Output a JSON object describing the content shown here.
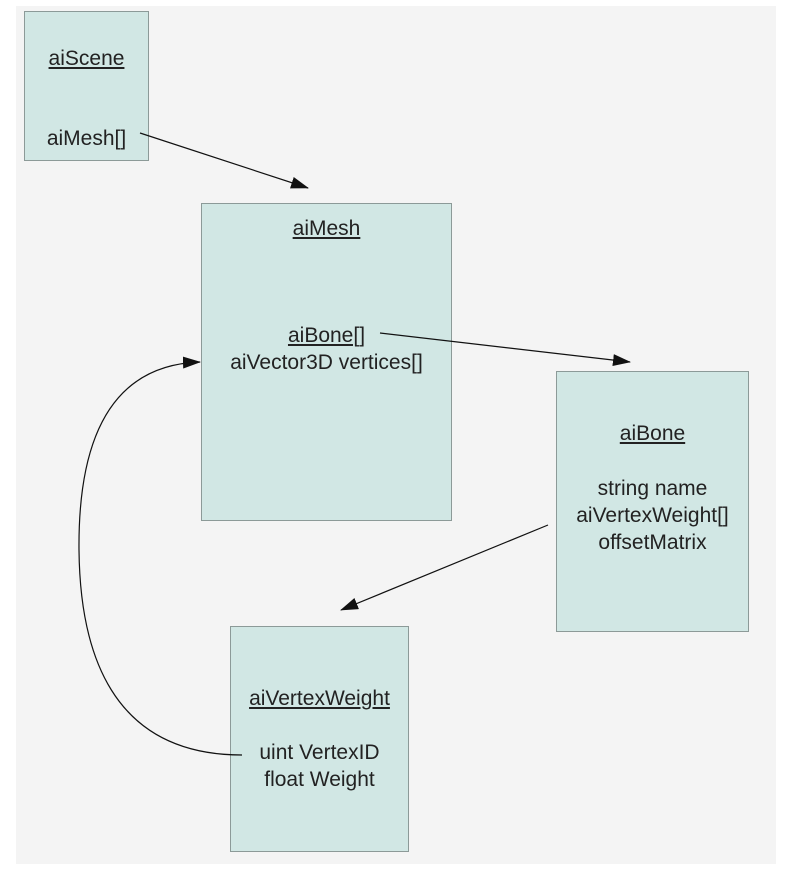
{
  "nodes": {
    "scene": {
      "title": "aiScene",
      "fields": [
        "aiMesh[]"
      ]
    },
    "mesh": {
      "title": "aiMesh",
      "fields": [
        "aiBone[]",
        "aiVector3D vertices[]"
      ]
    },
    "bone": {
      "title": "aiBone",
      "fields": [
        "string name",
        "aiVertexWeight[]",
        "offsetMatrix"
      ]
    },
    "weight": {
      "title": "aiVertexWeight",
      "fields": [
        "uint VertexID",
        "float Weight"
      ]
    }
  },
  "colors": {
    "box_fill": "#d1e7e4",
    "box_border": "#8c9a98",
    "background": "#f4f4f4",
    "text": "#222222",
    "connector": "#111111"
  }
}
